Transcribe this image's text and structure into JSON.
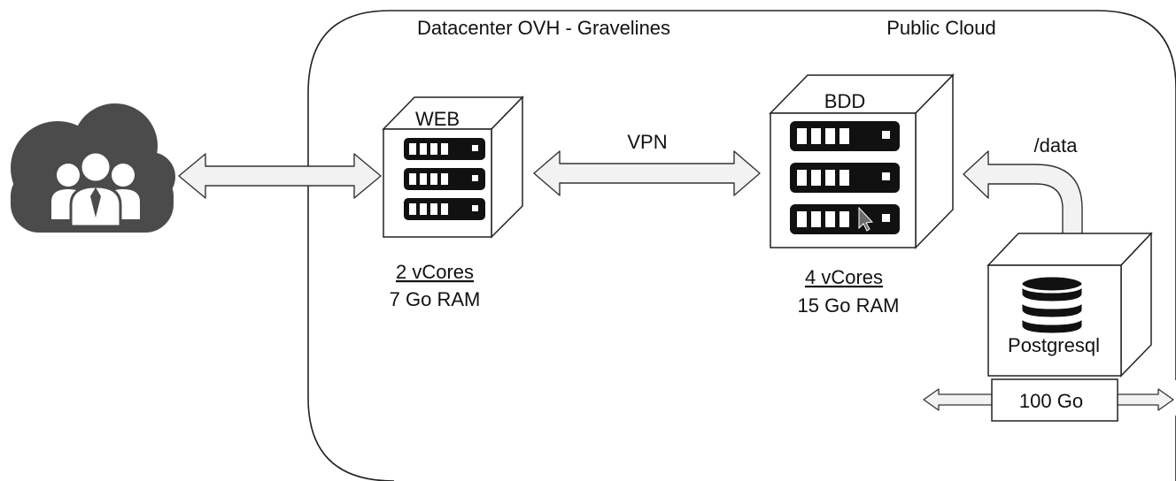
{
  "datacenter": {
    "title": "Datacenter OVH - Gravelines"
  },
  "cloud": {
    "title": "Public Cloud"
  },
  "web_server": {
    "label": "WEB",
    "cores": "2 vCores",
    "ram": "7 Go RAM"
  },
  "vpn": {
    "label": "VPN"
  },
  "db_server": {
    "label": "BDD",
    "cores": "4 vCores",
    "ram": "15 Go RAM"
  },
  "mount": {
    "label": "/data"
  },
  "storage": {
    "label": "Postgresql",
    "size": "100 Go"
  },
  "users": {
    "icon": "cloud-users-icon"
  },
  "colors": {
    "icon": "#4b4b4b",
    "arrow_fill": "#f2f2f2",
    "stroke": "#333333"
  }
}
